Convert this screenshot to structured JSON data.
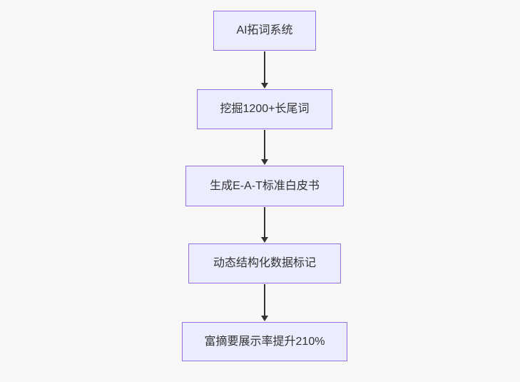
{
  "flowchart": {
    "type": "flowchart",
    "direction": "top-down",
    "nodes": [
      {
        "label": "AI拓词系统"
      },
      {
        "label": "挖掘1200+长尾词"
      },
      {
        "label": "生成E-A-T标准白皮书"
      },
      {
        "label": "动态结构化数据标记"
      },
      {
        "label": "富摘要展示率提升210%"
      }
    ],
    "edges": [
      {
        "from": 0,
        "to": 1,
        "style": "arrow-down"
      },
      {
        "from": 1,
        "to": 2,
        "style": "arrow-down"
      },
      {
        "from": 2,
        "to": 3,
        "style": "arrow-down"
      },
      {
        "from": 3,
        "to": 4,
        "style": "arrow-down"
      }
    ],
    "colors": {
      "node_fill": "#ECECFF",
      "node_border": "#9370DB",
      "edge_line": "#333333",
      "node_text": "#333333",
      "canvas_background": "#F8F8F8"
    }
  }
}
